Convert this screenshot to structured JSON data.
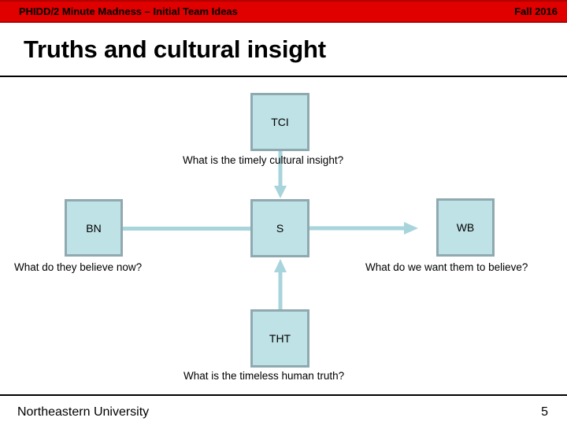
{
  "header": {
    "title": "PHIDD/2 Minute Madness – Initial Team Ideas",
    "term": "Fall 2016",
    "bar_color": "#e00000",
    "text_color": "#000000"
  },
  "slide": {
    "title": "Truths and cultural insight"
  },
  "diagram": {
    "node_fill": "#bfe2e6",
    "node_border": "#8fa9b0",
    "connector_color": "#a8d4db",
    "nodes": [
      {
        "id": "tci",
        "label": "TCI"
      },
      {
        "id": "bn",
        "label": "BN"
      },
      {
        "id": "s",
        "label": "S"
      },
      {
        "id": "wb",
        "label": "WB"
      },
      {
        "id": "tht",
        "label": "THT"
      }
    ],
    "connectors": [
      {
        "id": "tci-s",
        "from": "TCI",
        "to": "S",
        "direction": "down",
        "arrowhead": true
      },
      {
        "id": "tht-s",
        "from": "THT",
        "to": "S",
        "direction": "up",
        "arrowhead": true
      },
      {
        "id": "bn-s",
        "from": "BN",
        "to": "S",
        "direction": "right",
        "arrowhead": false
      },
      {
        "id": "s-wb",
        "from": "S",
        "to": "WB",
        "direction": "right",
        "arrowhead": true
      }
    ],
    "captions": {
      "tci": "What is the timely cultural insight?",
      "bn": "What do they believe now?",
      "wb": "What do we want them to believe?",
      "tht": "What is the timeless human truth?"
    }
  },
  "footer": {
    "organization": "Northeastern University",
    "page_number": "5"
  }
}
